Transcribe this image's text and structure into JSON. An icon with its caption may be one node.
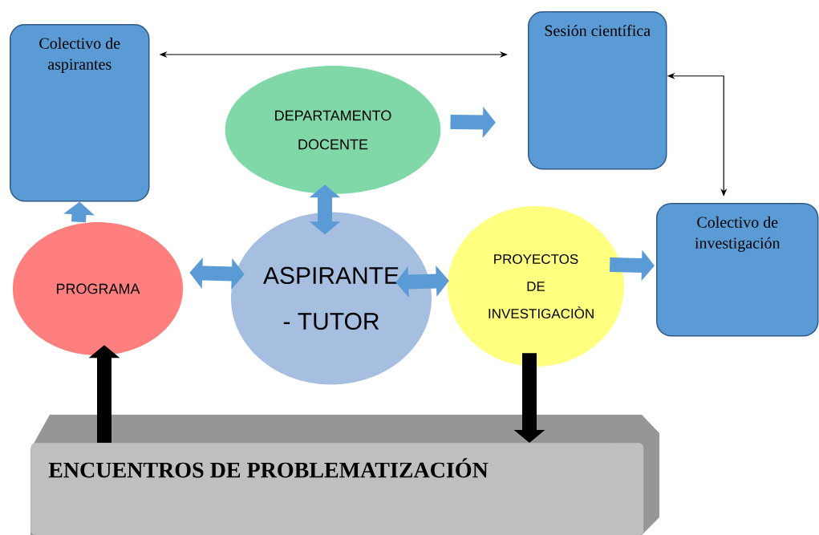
{
  "diagram": {
    "nodes": [
      {
        "text": [
          "Colectivo de aspirantes"
        ]
      },
      {
        "text": [
          "Sesión científica"
        ]
      },
      {
        "text": [
          "DEPARTAMENTO DOCENTE"
        ]
      },
      {
        "text": [
          "PROGRAMA"
        ]
      },
      {
        "text": [
          "ASPIRANTE - TUTOR"
        ]
      },
      {
        "text": [
          "PROYECTOS DE INVESTIGACIÒN"
        ]
      },
      {
        "text": [
          "Colectivo de investigación"
        ]
      },
      {
        "text": [
          "ENCUENTROS DE PROBLEMATIZACIÓN"
        ]
      }
    ],
    "edges": [
      {
        "from": 0,
        "to": 1,
        "arrow": "both",
        "color": "#000000"
      },
      {
        "from": 1,
        "to": 6,
        "arrow": "both",
        "color": "#000000"
      },
      {
        "from": 2,
        "to": 1,
        "arrow": "to"
      },
      {
        "from": 3,
        "to": 0,
        "arrow": "to"
      },
      {
        "from": 2,
        "to": 4,
        "arrow": "both"
      },
      {
        "from": 3,
        "to": 4,
        "arrow": "both"
      },
      {
        "from": 4,
        "to": 5,
        "arrow": "both"
      },
      {
        "from": 5,
        "to": 6,
        "arrow": "to"
      },
      {
        "from": 7,
        "to": 3,
        "arrow": "to",
        "color": "#000000"
      },
      {
        "from": 5,
        "to": 7,
        "arrow": "to",
        "color": "#000000"
      }
    ]
  }
}
